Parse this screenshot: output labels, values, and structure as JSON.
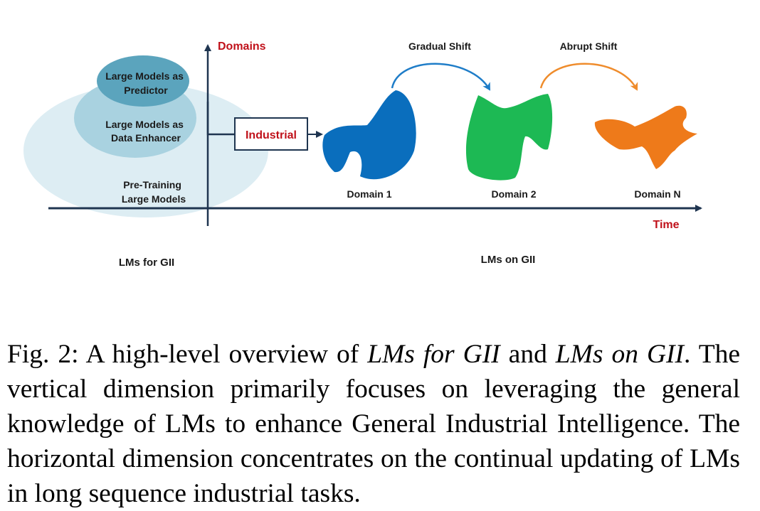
{
  "diagram": {
    "axis_y_label": "Domains",
    "axis_x_label": "Time",
    "ellipse_top_label": [
      "Large Models as",
      "Predictor"
    ],
    "ellipse_mid_label": [
      "Large Models as",
      "Data Enhancer"
    ],
    "ellipse_outer_label": [
      "Pre-Training",
      "Large Models"
    ],
    "industrial_label": "Industrial",
    "domains": [
      {
        "label": "Domain 1",
        "color": "#0a6ebd"
      },
      {
        "label": "Domain 2",
        "color": "#1db954"
      },
      {
        "label": "Domain N",
        "color": "#ee7a1a"
      }
    ],
    "shift_labels": [
      "Gradual Shift",
      "Abrupt Shift"
    ],
    "shift_colors": [
      "#1f7dc8",
      "#ef8c2c"
    ],
    "section_left": "LMs for GII",
    "section_right": "LMs on GII",
    "accent_color": "#c0111a"
  },
  "caption": {
    "prefix": "Fig. 2: A high-level overview of ",
    "em1": "LMs for GII",
    "mid": " and ",
    "em2": "LMs on GII",
    "rest": ". The vertical dimension primarily focuses on leveraging the general knowledge of LMs to enhance General Industrial Intelligence. The horizontal dimension concentrates on the continual updating of LMs in long sequence industrial tasks."
  }
}
